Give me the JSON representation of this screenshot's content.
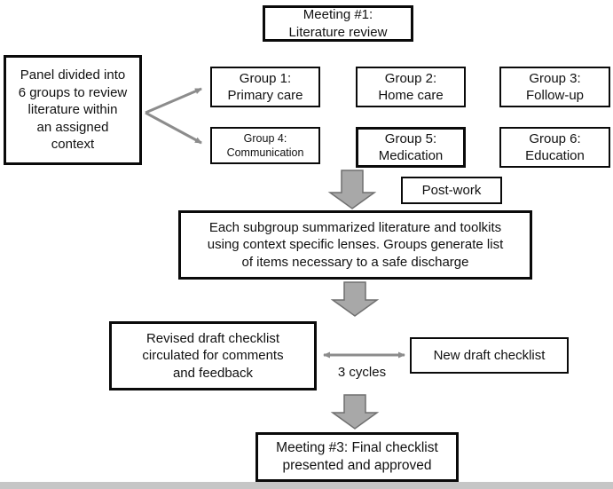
{
  "nodes": {
    "meeting1": "Meeting #1:\nLiterature review",
    "panel": "Panel divided into\n6 groups to review\nliterature within\nan assigned\ncontext",
    "group1": "Group 1:\nPrimary care",
    "group2": "Group 2:\nHome care",
    "group3": "Group 3:\nFollow-up",
    "group4": "Group 4:\nCommunication",
    "group5": "Group 5:\nMedication",
    "group6": "Group 6:\nEducation",
    "postwork": "Post-work",
    "summary": "Each subgroup summarized literature and toolkits\nusing context specific lenses.  Groups generate list\nof items necessary to a safe discharge",
    "revised": "Revised draft checklist\ncirculated for comments\nand feedback",
    "cycles": "3 cycles",
    "newdraft": "New draft checklist",
    "meeting3": "Meeting #3: Final checklist\npresented and approved"
  },
  "colors": {
    "background": "#ffffff",
    "box-border": "#0a0a0a",
    "box-fill": "#ffffff",
    "text": "#111111",
    "block-arrow-fill": "#a8a8a8",
    "block-arrow-stroke": "#6f6f6f",
    "connector": "#8c8c8c",
    "scan-edge": "#c6c6c6"
  }
}
